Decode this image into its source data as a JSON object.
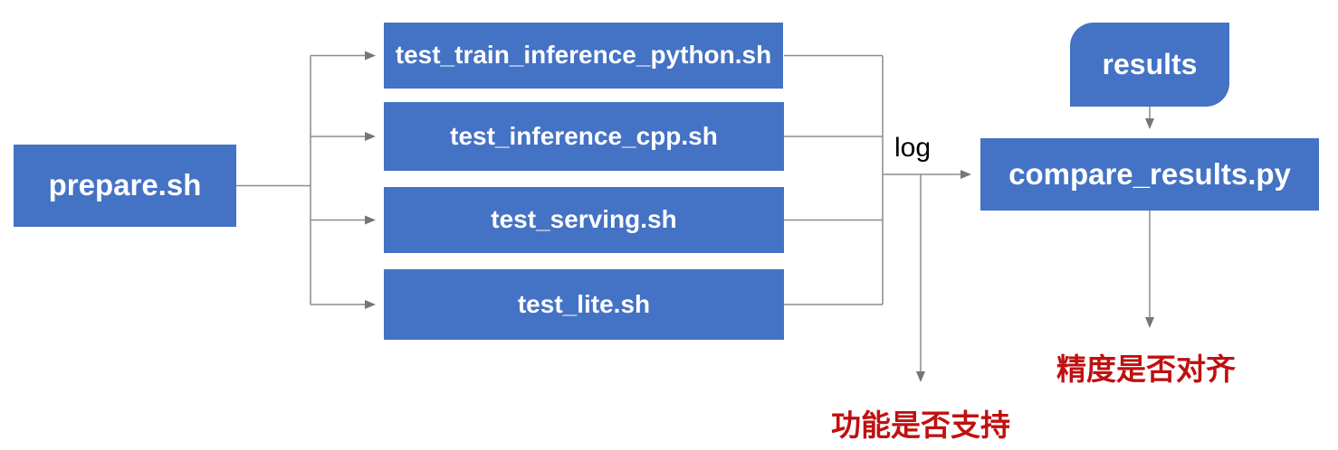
{
  "diagram": {
    "nodes": {
      "prepare": {
        "label": "prepare.sh"
      },
      "test_train": {
        "label": "test_train_inference_python.sh"
      },
      "test_cpp": {
        "label": "test_inference_cpp.sh"
      },
      "test_serving": {
        "label": "test_serving.sh"
      },
      "test_lite": {
        "label": "test_lite.sh"
      },
      "compare": {
        "label": "compare_results.py"
      },
      "results": {
        "label": "results"
      }
    },
    "edge_labels": {
      "log": "log"
    },
    "annotations": {
      "function_support": "功能是否支持",
      "precision_alignment": "精度是否对齐"
    },
    "colors": {
      "node_fill": "#4472C4",
      "node_text": "#FFFFFF",
      "connector": "#8C8C8C",
      "arrowhead": "#767676",
      "annotation_red": "#C01010",
      "log_text": "#000000"
    }
  }
}
